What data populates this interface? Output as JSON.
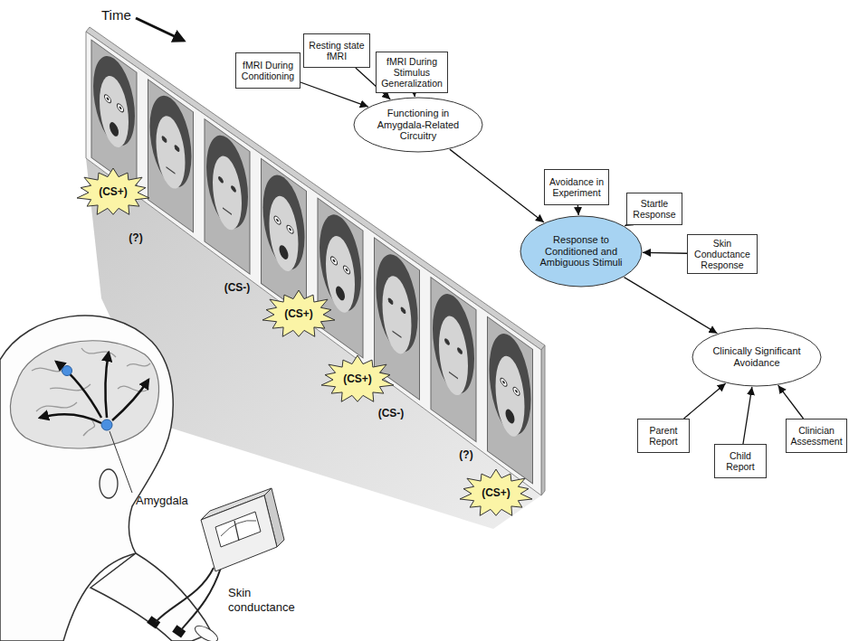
{
  "diagram": {
    "nodes": [
      {
        "text": [
          "fMRI During Conditioning"
        ]
      },
      {
        "text": [
          "Resting state fMRI"
        ]
      },
      {
        "text": [
          "fMRI During Stimulus Generalization"
        ]
      },
      {
        "text": [
          "Functioning in Amygdala-Related Circuitry"
        ]
      },
      {
        "text": [
          "Avoidance in Experiment"
        ]
      },
      {
        "text": [
          "Startle Response"
        ]
      },
      {
        "text": [
          "Skin Conductance Response"
        ]
      },
      {
        "text": [
          "Response to Conditioned and Ambiguous Stimuli"
        ]
      },
      {
        "text": [
          "Clinically Significant Avoidance"
        ]
      },
      {
        "text": [
          "Parent Report"
        ]
      },
      {
        "text": [
          "Child Report"
        ]
      },
      {
        "text": [
          "Clinician Assessment"
        ]
      },
      {
        "text": [
          "(CS+)"
        ]
      },
      {
        "text": [
          "(CS+)"
        ]
      },
      {
        "text": [
          "(CS+)"
        ]
      },
      {
        "text": [
          "(CS+)"
        ]
      }
    ],
    "edges": [
      {
        "from": 0,
        "to": 3,
        "arrow": "to"
      },
      {
        "from": 1,
        "to": 3,
        "arrow": "to"
      },
      {
        "from": 2,
        "to": 3,
        "arrow": "to"
      },
      {
        "from": 3,
        "to": 7,
        "arrow": "to"
      },
      {
        "from": 4,
        "to": 7,
        "arrow": "to"
      },
      {
        "from": 5,
        "to": 7,
        "arrow": "to"
      },
      {
        "from": 6,
        "to": 7,
        "arrow": "to"
      },
      {
        "from": 7,
        "to": 8,
        "arrow": "to"
      },
      {
        "from": 9,
        "to": 8,
        "arrow": "to"
      },
      {
        "from": 10,
        "to": 8,
        "arrow": "to"
      },
      {
        "from": 11,
        "to": 8,
        "arrow": "to"
      }
    ],
    "labels": [
      "Time",
      "(?)",
      "(CS-)",
      "(CS-)",
      "(?)",
      "Amygdala",
      "Skin conductance"
    ]
  }
}
